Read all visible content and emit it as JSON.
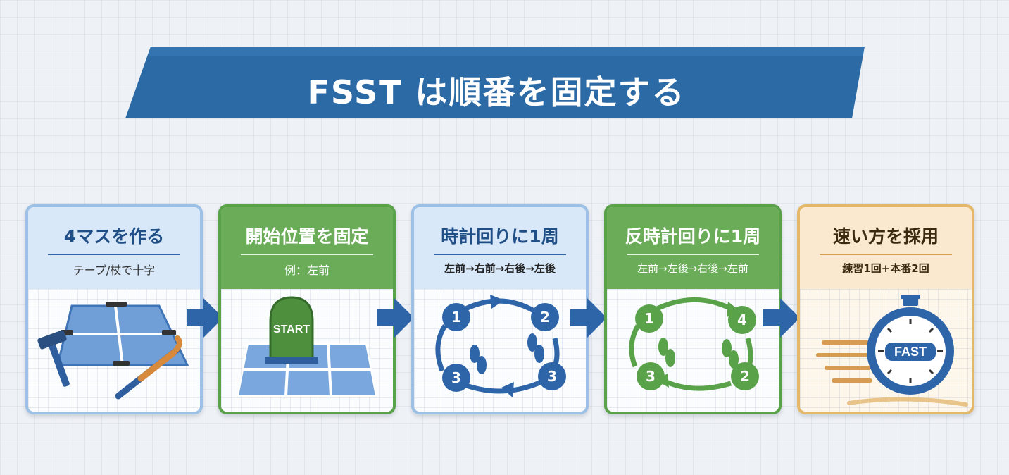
{
  "header": {
    "title": "FSST は順番を固定する",
    "color": "#2c6aa5"
  },
  "steps": [
    {
      "title": "4マスを作る",
      "subtitle": "テープ/杖で十字",
      "accent": "#2e64a8",
      "icons": [
        "tape-square-grid-icon",
        "hammer-icon",
        "cane-icon"
      ]
    },
    {
      "title": "開始位置を固定",
      "subtitle": "例：左前",
      "accent": "#5aa24a",
      "marker_label": "START",
      "icons": [
        "start-marker-icon",
        "floor-grid-icon"
      ]
    },
    {
      "title": "時計回りに1周",
      "subtitle": "左前→右前→右後→左後",
      "accent": "#2e64a8",
      "numbers": [
        "1",
        "2",
        "3",
        "3"
      ],
      "icons": [
        "clockwise-loop-icon",
        "footprint-icon"
      ]
    },
    {
      "title": "反時計回りに1周",
      "subtitle": "左前→左後→右後→左前",
      "accent": "#5aa24a",
      "numbers": [
        "1",
        "4",
        "3",
        "2"
      ],
      "icons": [
        "counterclockwise-loop-icon",
        "footprint-icon"
      ]
    },
    {
      "title": "速い方を採用",
      "subtitle": "練習1回+本番2回",
      "accent": "#d79c54",
      "badge_label": "FAST",
      "icons": [
        "stopwatch-icon",
        "speed-lines-icon"
      ]
    }
  ]
}
